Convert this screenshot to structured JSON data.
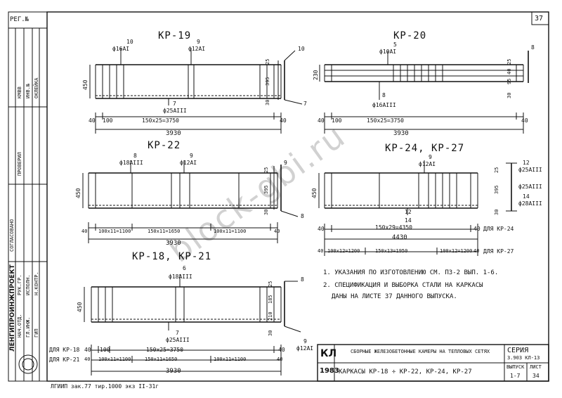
{
  "sheet_number": "37",
  "stamp_corner": "РЕГ.№",
  "watermark": "block-gbi.ru",
  "frames": {
    "kr19": {
      "title": "КР-19",
      "top_labels": [
        {
          "num": "10",
          "bar": "ф16АI"
        },
        {
          "num": "9",
          "bar": "ф12АI"
        }
      ],
      "right_top": "10",
      "right_bottom": "7",
      "height_left": "450",
      "right_dims": [
        "25",
        "395",
        "30"
      ],
      "bottom_callout": {
        "num": "7",
        "bar": "ф25АIII"
      },
      "edge_dims": [
        "40",
        "100",
        "40"
      ],
      "spacing": "150х25=3750",
      "total": "3930"
    },
    "kr20": {
      "title": "КР-20",
      "top_labels": [
        {
          "num": "5",
          "bar": "ф10АI"
        }
      ],
      "right_top": "8",
      "height_left": "230",
      "right_dims": [
        "25",
        "40",
        "95",
        "30"
      ],
      "bottom_callout": {
        "num": "8",
        "bar": "ф16АIII"
      },
      "edge_dims": [
        "40",
        "100",
        "40"
      ],
      "spacing": "150х25=3750",
      "total": "3930"
    },
    "kr22": {
      "title": "КР-22",
      "top_labels": [
        {
          "num": "8",
          "bar": "ф18АIII"
        },
        {
          "num": "9",
          "bar": "ф12АI"
        }
      ],
      "right_top": "9",
      "right_bottom": "8",
      "height_left": "450",
      "right_dims": [
        "25",
        "395",
        "30"
      ],
      "seg_dims": [
        "40",
        "100х11=1100",
        "150х11=1650",
        "100х11=1100",
        "40"
      ],
      "total": "3930"
    },
    "kr24": {
      "title": "КР-24, КР-27",
      "top_labels": [
        {
          "num": "9",
          "bar": "ф12АI"
        }
      ],
      "right_labels": [
        {
          "num": "12",
          "bar": "ф25АIII"
        },
        {
          "num": "14",
          "bar": "ф25АIII"
        },
        {
          "num": "",
          "bar": "ф28АIII"
        }
      ],
      "height_left": "450",
      "right_dims": [
        "25",
        "395",
        "30"
      ],
      "bottom_callouts": [
        "12",
        "14"
      ],
      "row1": {
        "edge": "40",
        "spacing": "150х29=4350",
        "edge2": "40",
        "suffix": "ДЛЯ КР-24"
      },
      "total1": "4430",
      "row2": {
        "seg": [
          "40",
          "100х12=1200",
          "150х13=1950",
          "100х12=1200",
          "40"
        ],
        "suffix": "ДЛЯ КР-27"
      }
    },
    "kr18": {
      "title": "КР-18, КР-21",
      "top_labels": [
        {
          "num": "6",
          "bar": "ф18АIII"
        }
      ],
      "right_top": "8",
      "right_bottom": "9",
      "right_bar": "ф12АI",
      "height_left": "450",
      "right_dims": [
        "25",
        "185",
        "210",
        "30"
      ],
      "bottom_callout": {
        "num": "7",
        "bar": "ф25АIII"
      },
      "row1": {
        "label": "ДЛЯ КР-18",
        "edge": "40",
        "edge_b": "100",
        "spacing": "150х25=3750",
        "edge2": "40"
      },
      "row2": {
        "label": "ДЛЯ КР-21",
        "seg": [
          "40",
          "100х11=1100",
          "150х11=1650",
          "100х11=1100",
          "40"
        ]
      },
      "total": "3930"
    }
  },
  "notes": [
    "1. УКАЗАНИЯ ПО ИЗГОТОВЛЕНИЮ   СМ. ПЗ-2 ВЫП. 1-6.",
    "2. СПЕЦИФИКАЦИЯ И ВЫБОРКА СТАЛИ НА КАРКАСЫ",
    "ДАНЫ НА ЛИСТЕ 37 ДАННОГО ВЫПУСКА."
  ],
  "title_block": {
    "code1": "КЛ",
    "code2": "1983",
    "description": "СБОРНЫЕ ЖЕЛЕЗОБЕТОННЫЕ КАМЕРЫ НА ТЕПЛОВЫХ СЕТЯХ",
    "sheet_title": "КАРКАСЫ КР-18 ÷ КР-22, КР-24, КР-27",
    "series_label": "СЕРИЯ",
    "series_value": "3.903 КЛ-13",
    "issue_label": "ВЫПУСК",
    "issue_value": "1-7",
    "list_label": "ЛИСТ",
    "list_value": "34"
  },
  "left_strip": {
    "organization": "ЛЕНГИПРОИНЖПРОЕКТ",
    "agreed": "СОГЛАСОВАНО",
    "roles": [
      "НАЧ.ОТД.",
      "ГЛ.ИНЖ.",
      "ГИП",
      "РУК.ГР.",
      "ИСПОЛН.",
      "Н.КОНТР."
    ],
    "misc": [
      "КМВВ",
      "ИНВ.№",
      "ОКЛЕЙКА",
      "ПРОВЕРИЛ"
    ]
  },
  "footer": "ЛГИИП  зак.77  тир.1000 экз  II-31г"
}
